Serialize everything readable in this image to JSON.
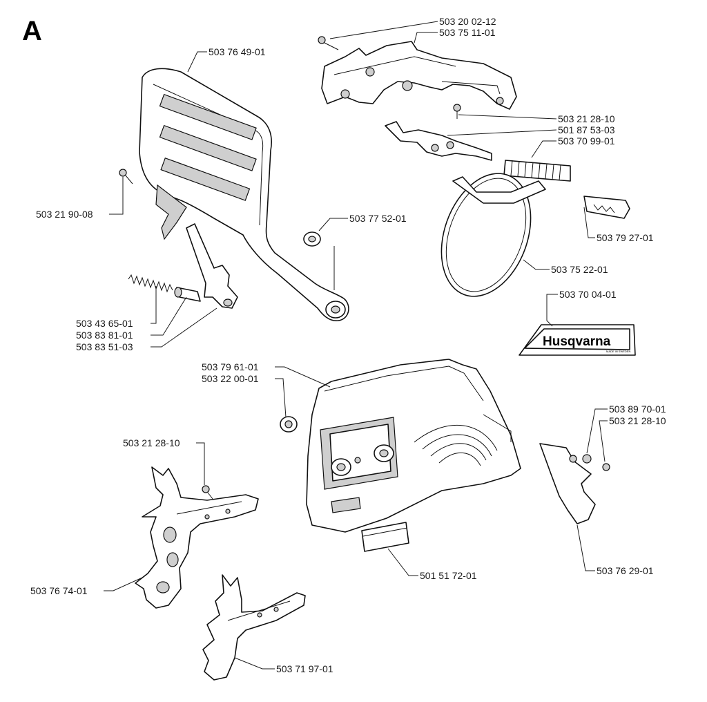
{
  "figure": {
    "letter": "A"
  },
  "decal": {
    "brand": "Husqvarna",
    "fine_print": "MADE IN SWEDEN"
  },
  "callouts": {
    "p01": "503 20 02-12",
    "p02": "503 75 11-01",
    "p03": "503 76 49-01",
    "p04": "503 21 28-10",
    "p05": "501 87 53-03",
    "p06": "503 70 99-01",
    "p07": "503 21 90-08",
    "p08": "503 77 52-01",
    "p09": "503 79 27-01",
    "p10": "503 75 22-01",
    "p11": "503 70 04-01",
    "p12": "503 43 65-01",
    "p13": "503 83 81-01",
    "p14": "503 83 51-03",
    "p15": "503 79 61-01",
    "p16": "503 22 00-01",
    "p17": "503 89 70-01",
    "p18": "503 21 28-10",
    "p19": "503 21 28-10",
    "p20": "503 76 74-01",
    "p21": "501 51 72-01",
    "p22": "503 76 29-01",
    "p23": "503 71 97-01"
  }
}
